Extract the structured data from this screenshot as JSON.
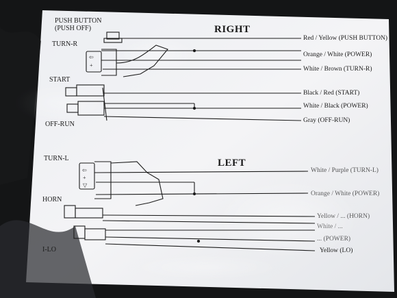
{
  "colors": {
    "background": "#141516",
    "paper": "#f1f1f3",
    "ink": "#1c1c1c"
  },
  "right": {
    "title": "RIGHT",
    "switch_labels": {
      "push_button": "PUSH BUTTON",
      "push_off": "(PUSH OFF)",
      "turn_r": "TURN-R",
      "start": "START",
      "off_run": "OFF-RUN"
    },
    "wires": [
      "Red / Yellow (PUSH BUTTON)",
      "Orange / White (POWER)",
      "White / Brown (TURN-R)",
      "Black / Red (START)",
      "White / Black (POWER)",
      "Gray (OFF-RUN)"
    ]
  },
  "left": {
    "title": "LEFT",
    "switch_labels": {
      "turn_l": "TURN-L",
      "horn": "HORN",
      "hi_lo": "I-LO"
    },
    "wires": [
      "White / Purple (TURN-L)",
      "Orange / White (POWER)",
      "Yellow / ... (HORN)",
      "White / ...",
      "... (POWER)",
      "Yellow (LO)"
    ]
  }
}
